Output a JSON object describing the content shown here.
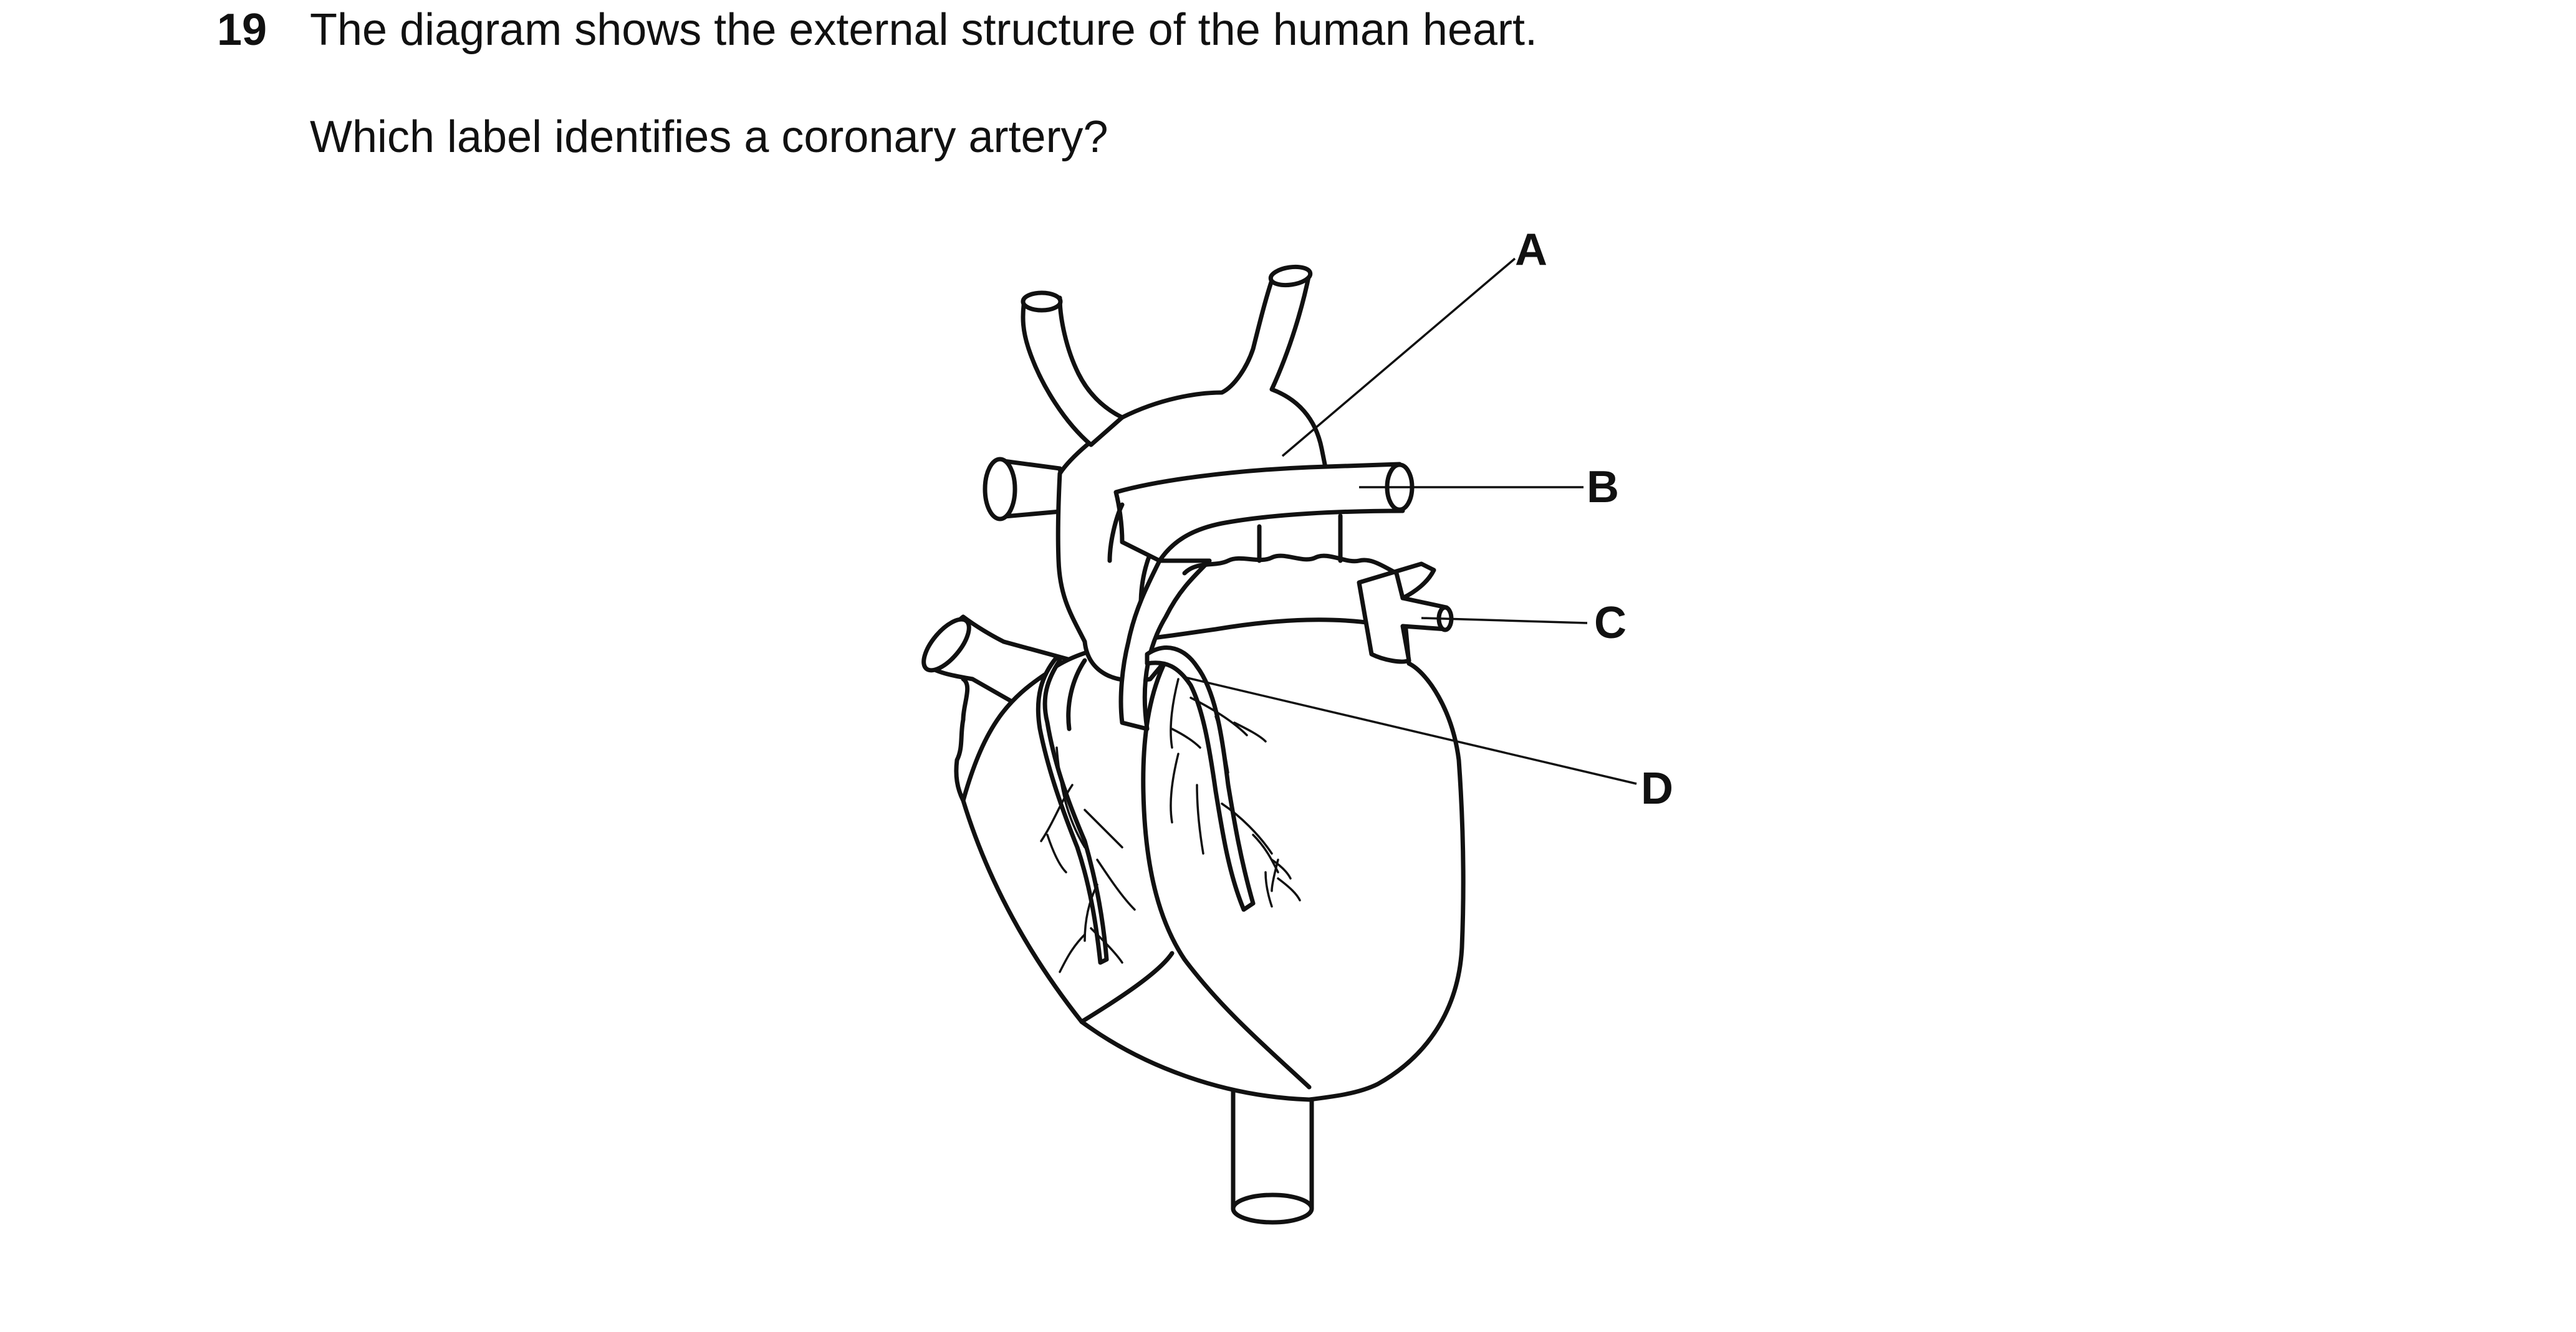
{
  "question": {
    "number": "19",
    "stem": "The diagram shows the external structure of the human heart.",
    "prompt": "Which label identifies a coronary artery?"
  },
  "diagram": {
    "labels": {
      "a": "A",
      "b": "B",
      "c": "C",
      "d": "D"
    }
  }
}
